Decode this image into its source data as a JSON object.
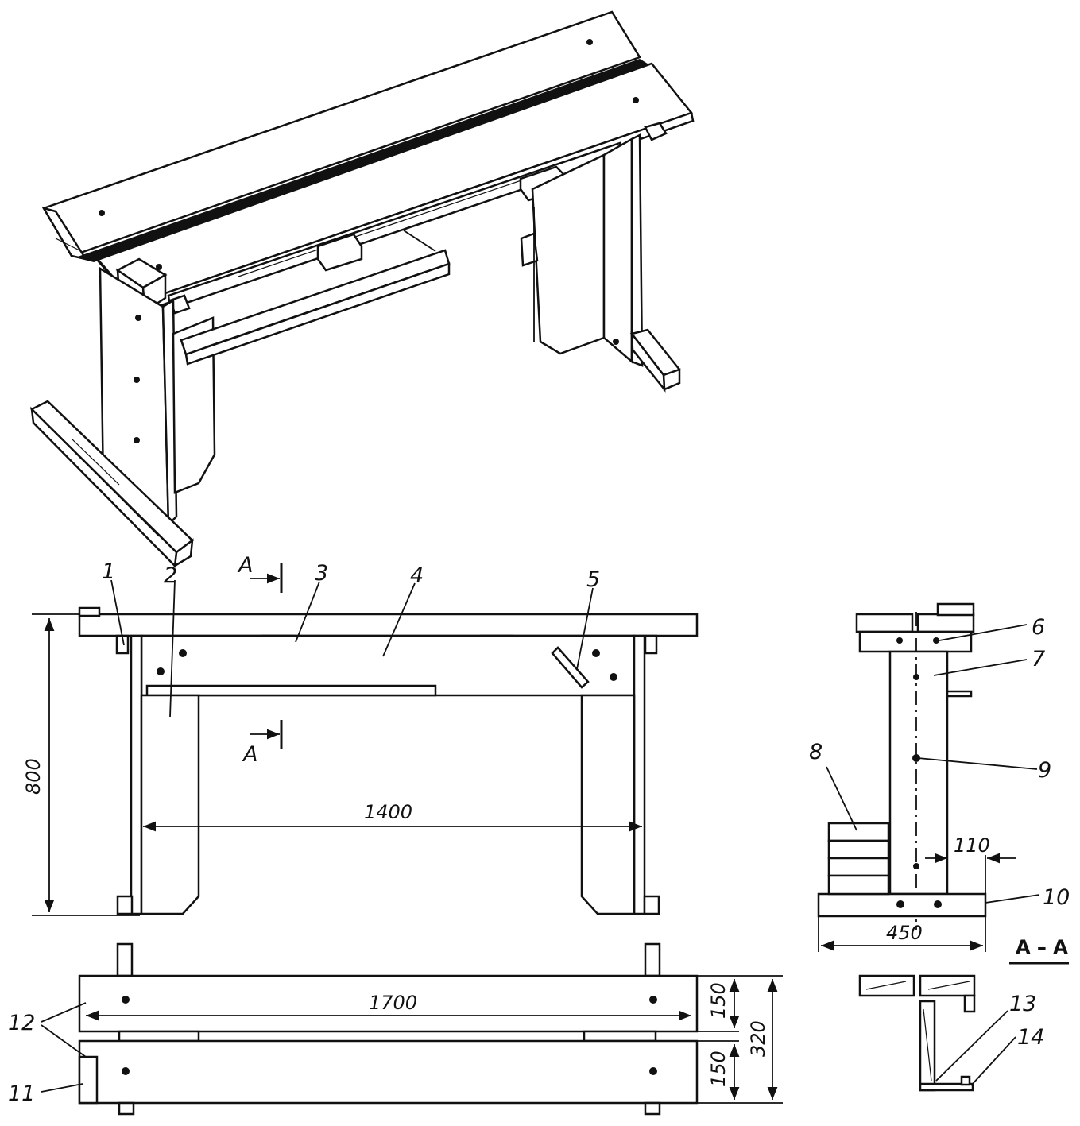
{
  "part_labels": [
    "1",
    "2",
    "3",
    "4",
    "5",
    "6",
    "7",
    "8",
    "9",
    "10",
    "11",
    "12",
    "13",
    "14"
  ],
  "dimensions": {
    "height": "800",
    "inner_span": "1400",
    "length": "1700",
    "depth": "450",
    "offset": "110",
    "board_width_top": "150",
    "board_width_bottom": "150",
    "total_width": "320"
  },
  "section": {
    "cut_mark_letter": "A",
    "section_title": "A – A"
  }
}
